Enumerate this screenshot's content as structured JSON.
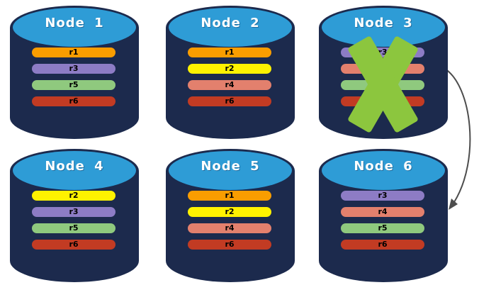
{
  "nodes": [
    {
      "title": "Node 1",
      "failed": false,
      "replicas": [
        {
          "label": "r1",
          "color": "#FA9D00"
        },
        {
          "label": "r3",
          "color": "#8D7CC5"
        },
        {
          "label": "r5",
          "color": "#8FC97E"
        },
        {
          "label": "r6",
          "color": "#C23B23"
        }
      ]
    },
    {
      "title": "Node 2",
      "failed": false,
      "replicas": [
        {
          "label": "r1",
          "color": "#FA9D00"
        },
        {
          "label": "r2",
          "color": "#FEF200"
        },
        {
          "label": "r4",
          "color": "#E3806D"
        },
        {
          "label": "r6",
          "color": "#C23B23"
        }
      ]
    },
    {
      "title": "Node 3",
      "failed": true,
      "replicas": [
        {
          "label": "r3",
          "color": "#8D7CC5"
        },
        {
          "label": "",
          "color": "#E3806D"
        },
        {
          "label": "",
          "color": "#8FC97E"
        },
        {
          "label": "",
          "color": "#C23B23"
        }
      ]
    },
    {
      "title": "Node 4",
      "failed": false,
      "replicas": [
        {
          "label": "r2",
          "color": "#FEF200"
        },
        {
          "label": "r3",
          "color": "#8D7CC5"
        },
        {
          "label": "r5",
          "color": "#8FC97E"
        },
        {
          "label": "r6",
          "color": "#C23B23"
        }
      ]
    },
    {
      "title": "Node 5",
      "failed": false,
      "replicas": [
        {
          "label": "r1",
          "color": "#FA9D00"
        },
        {
          "label": "r2",
          "color": "#FEF200"
        },
        {
          "label": "r4",
          "color": "#E3806D"
        },
        {
          "label": "r6",
          "color": "#C23B23"
        }
      ]
    },
    {
      "title": "Node 6",
      "failed": false,
      "replicas": [
        {
          "label": "r3",
          "color": "#8D7CC5"
        },
        {
          "label": "r4",
          "color": "#E3806D"
        },
        {
          "label": "r5",
          "color": "#8FC97E"
        },
        {
          "label": "r6",
          "color": "#C23B23"
        }
      ]
    }
  ],
  "arrow": {
    "from": "Node 3",
    "to": "Node 6"
  },
  "icons": {
    "failure": "x-mark-icon",
    "transfer": "curved-arrow-icon"
  },
  "colors": {
    "body": "#1C2A4D",
    "top": "#2E9CD6",
    "title_text": "#FFFFFF",
    "bar_text": "#000000",
    "x": "#8CC63E",
    "arrow": "#4D4D4D",
    "background": "#FFFFFF"
  }
}
